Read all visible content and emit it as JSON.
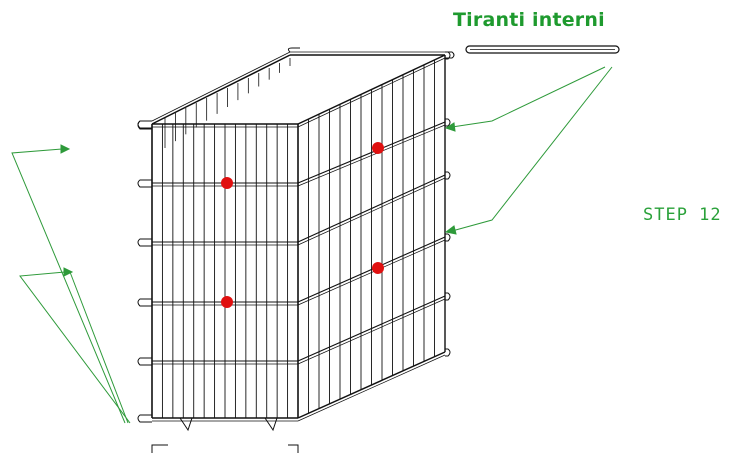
{
  "diagram": {
    "title": "Tiranti interni",
    "step_label": "STEP 12",
    "colors": {
      "wire": "#111111",
      "arrow": "#2e9a3a",
      "marker": "#e01010",
      "title": "#1e9a2e"
    },
    "markers": 4,
    "icons": [
      "internal-tie-rod",
      "wire-mesh-basket",
      "callout-arrow"
    ]
  }
}
